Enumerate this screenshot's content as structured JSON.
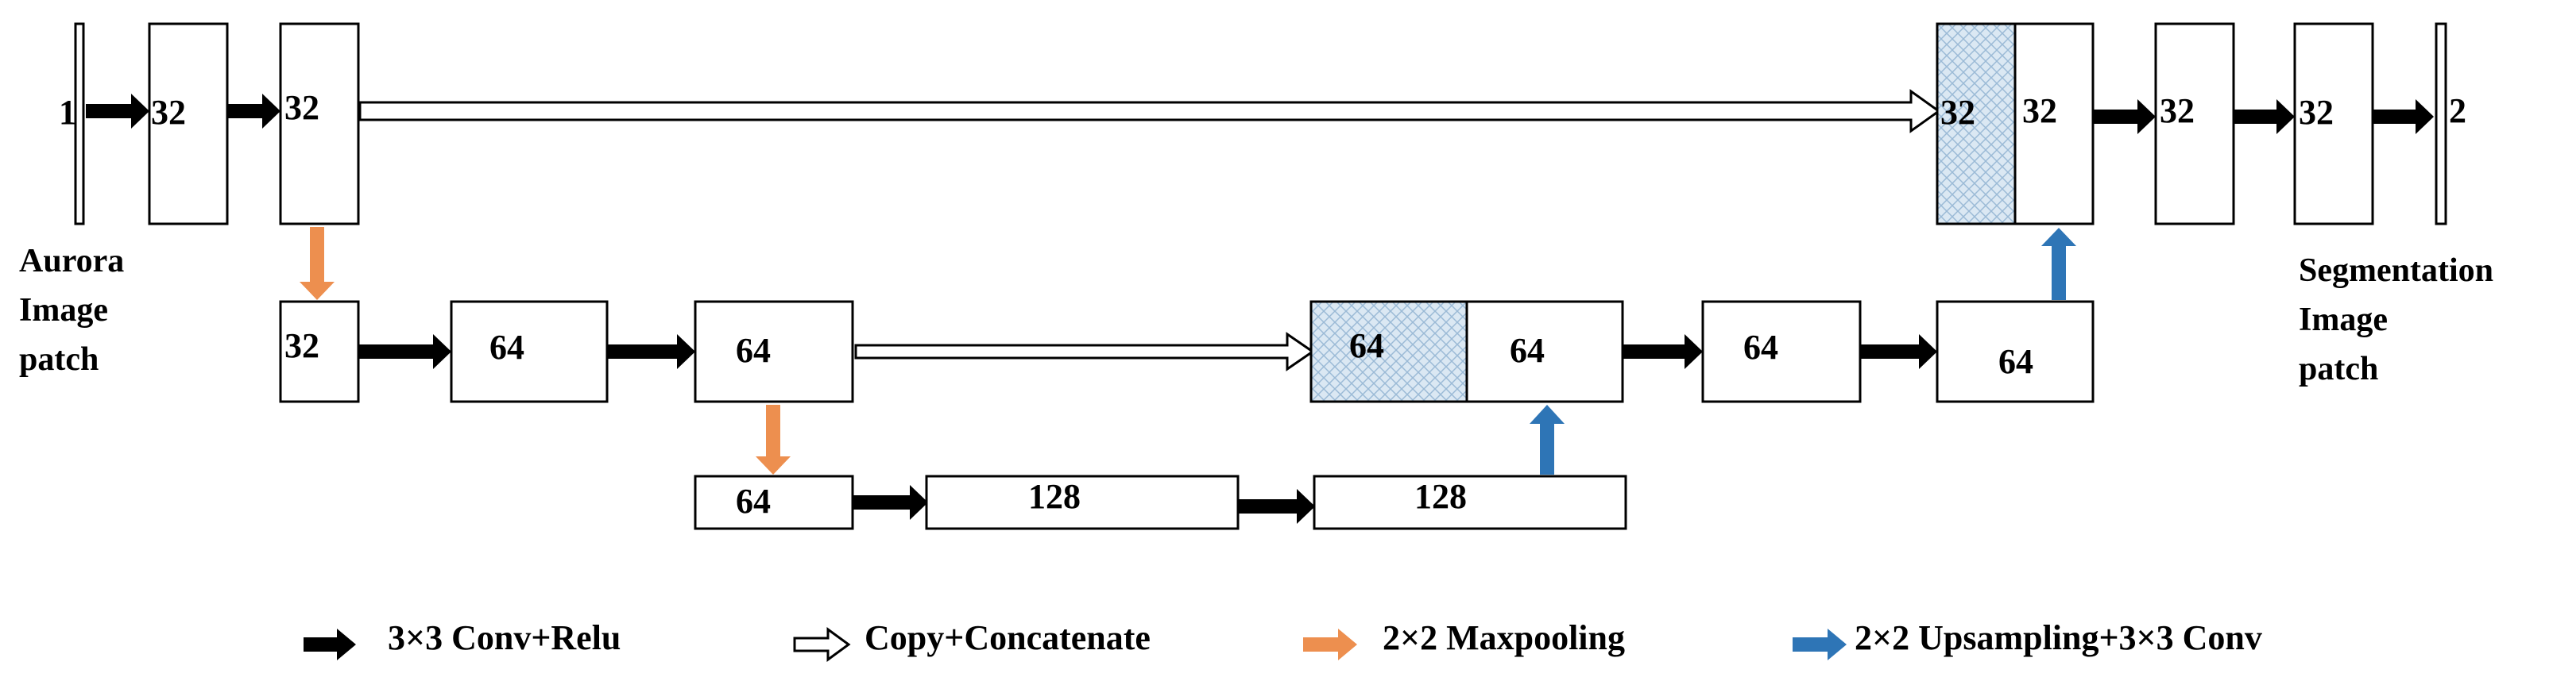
{
  "colors": {
    "conv_arrow": "#000000",
    "copy_arrow": "#ffffff",
    "pool_arrow": "#ed8f4f",
    "upsample_arrow": "#2e75b6",
    "hatch_fill": "#dbe8f3",
    "hatch_line": "#9bbad6"
  },
  "icons": {
    "conv": "black-arrow-icon",
    "copy": "hollow-arrow-icon",
    "pool": "orange-arrow-icon",
    "upsample": "blue-arrow-icon"
  },
  "input": {
    "channels": "1",
    "label_line1": "Aurora",
    "label_line2": "Image",
    "label_line3": "patch"
  },
  "output": {
    "channels": "2",
    "label_line1": "Segmentation",
    "label_line2": "Image",
    "label_line3": "patch"
  },
  "level1": {
    "enc1": "32",
    "enc2": "32",
    "copy": "32",
    "dec1": "32",
    "dec2": "32",
    "dec3": "32"
  },
  "level2": {
    "enc1": "32",
    "enc2": "64",
    "enc3": "64",
    "copy": "64",
    "dec1": "64",
    "dec2": "64",
    "dec3": "64"
  },
  "level3": {
    "enc1": "64",
    "enc2": "128",
    "enc3": "128"
  },
  "legend": {
    "conv": "3×3 Conv+Relu",
    "copy": "Copy+Concatenate",
    "pool": "2×2 Maxpooling",
    "upsample": "2×2 Upsampling+3×3 Conv"
  }
}
